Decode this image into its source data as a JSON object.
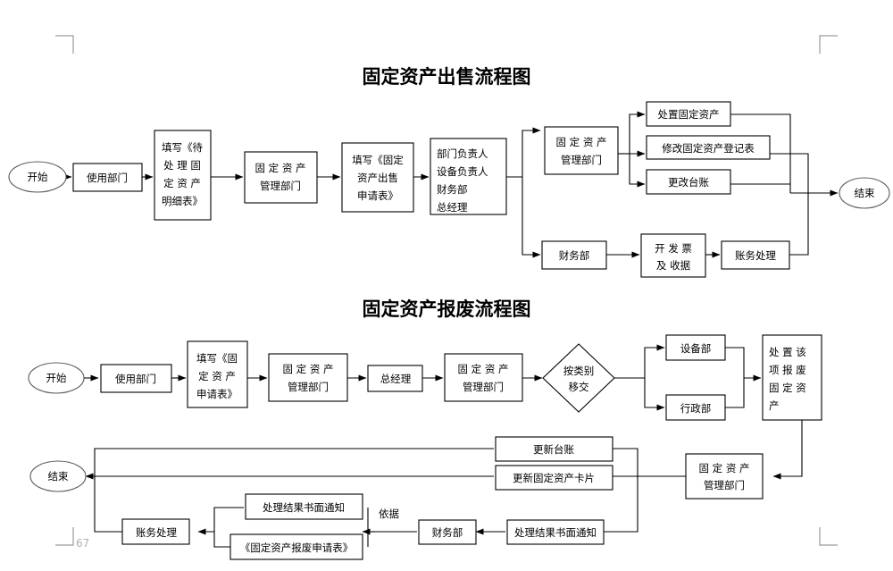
{
  "page": {
    "page_number": "67",
    "background": "#ffffff",
    "line_color": "#000000",
    "ellipse_stroke": "#5a5a5a",
    "crop_mark_color": "#9a9a9a"
  },
  "chart_data": {
    "type": "diagram",
    "diagram_kind": "flowchart",
    "charts": [
      {
        "id": "sale-flow",
        "title": "固定资产出售流程图",
        "nodes": [
          {
            "id": "s1-start",
            "shape": "ellipse",
            "lines": [
              "开始"
            ]
          },
          {
            "id": "s1-n1",
            "shape": "rect",
            "lines": [
              "使用部门"
            ]
          },
          {
            "id": "s1-n2",
            "shape": "rect",
            "lines": [
              "填写《待",
              "处 理 固",
              "定 资 产",
              "明细表》"
            ]
          },
          {
            "id": "s1-n3",
            "shape": "rect",
            "lines": [
              "固 定 资 产",
              "管理部门"
            ]
          },
          {
            "id": "s1-n4",
            "shape": "rect",
            "lines": [
              "填写《固定",
              "资产出售",
              "申请表》"
            ]
          },
          {
            "id": "s1-n5",
            "shape": "rect",
            "lines": [
              "部门负责人",
              "设备负责人",
              "财务部",
              "总经理"
            ]
          },
          {
            "id": "s1-n6",
            "shape": "rect",
            "lines": [
              "固 定 资 产",
              "管理部门"
            ]
          },
          {
            "id": "s1-n7",
            "shape": "rect",
            "lines": [
              "处置固定资产"
            ]
          },
          {
            "id": "s1-n8",
            "shape": "rect",
            "lines": [
              "修改固定资产登记表"
            ]
          },
          {
            "id": "s1-n9",
            "shape": "rect",
            "lines": [
              "更改台账"
            ]
          },
          {
            "id": "s1-n10",
            "shape": "rect",
            "lines": [
              "财务部"
            ]
          },
          {
            "id": "s1-n11",
            "shape": "rect",
            "lines": [
              "开 发 票",
              "及 收据"
            ]
          },
          {
            "id": "s1-n12",
            "shape": "rect",
            "lines": [
              "账务处理"
            ]
          },
          {
            "id": "s1-end",
            "shape": "ellipse",
            "lines": [
              "结束"
            ]
          }
        ],
        "edges": [
          {
            "from": "s1-start",
            "to": "s1-n1"
          },
          {
            "from": "s1-n1",
            "to": "s1-n2"
          },
          {
            "from": "s1-n2",
            "to": "s1-n3"
          },
          {
            "from": "s1-n3",
            "to": "s1-n4"
          },
          {
            "from": "s1-n4",
            "to": "s1-n5"
          },
          {
            "from": "s1-n5",
            "to": "s1-n6"
          },
          {
            "from": "s1-n5",
            "to": "s1-n10"
          },
          {
            "from": "s1-n6",
            "to": "s1-n7"
          },
          {
            "from": "s1-n6",
            "to": "s1-n8"
          },
          {
            "from": "s1-n6",
            "to": "s1-n9"
          },
          {
            "from": "s1-n7",
            "to": "s1-end"
          },
          {
            "from": "s1-n8",
            "to": "s1-end"
          },
          {
            "from": "s1-n9",
            "to": "s1-end"
          },
          {
            "from": "s1-n10",
            "to": "s1-n11"
          },
          {
            "from": "s1-n11",
            "to": "s1-n12"
          },
          {
            "from": "s1-n12",
            "to": "s1-end"
          }
        ]
      },
      {
        "id": "scrap-flow",
        "title": "固定资产报废流程图",
        "nodes": [
          {
            "id": "s2-start",
            "shape": "ellipse",
            "lines": [
              "开始"
            ]
          },
          {
            "id": "s2-n1",
            "shape": "rect",
            "lines": [
              "使用部门"
            ]
          },
          {
            "id": "s2-n2",
            "shape": "rect",
            "lines": [
              "填写《固",
              "定 资 产",
              "申请表》"
            ]
          },
          {
            "id": "s2-n3",
            "shape": "rect",
            "lines": [
              "固 定 资 产",
              "管理部门"
            ]
          },
          {
            "id": "s2-n4",
            "shape": "rect",
            "lines": [
              "总经理"
            ]
          },
          {
            "id": "s2-n5",
            "shape": "rect",
            "lines": [
              "固 定 资 产",
              "管理部门"
            ]
          },
          {
            "id": "s2-d1",
            "shape": "diamond",
            "lines": [
              "按类别",
              "移交"
            ]
          },
          {
            "id": "s2-n6",
            "shape": "rect",
            "lines": [
              "设备部"
            ]
          },
          {
            "id": "s2-n7",
            "shape": "rect",
            "lines": [
              "行政部"
            ]
          },
          {
            "id": "s2-n8",
            "shape": "rect",
            "lines": [
              "处 置 该",
              "项 报 废",
              "固 定 资",
              "产"
            ]
          },
          {
            "id": "s2-n9",
            "shape": "rect",
            "lines": [
              "固 定 资 产",
              "管理部门"
            ]
          },
          {
            "id": "s2-n10",
            "shape": "rect",
            "lines": [
              "更新台账"
            ]
          },
          {
            "id": "s2-n11",
            "shape": "rect",
            "lines": [
              "更新固定资产卡片"
            ]
          },
          {
            "id": "s2-n12",
            "shape": "rect",
            "lines": [
              "处理结果书面通知"
            ]
          },
          {
            "id": "s2-n13",
            "shape": "rect",
            "lines": [
              "财务部"
            ]
          },
          {
            "id": "s2-n14",
            "shape": "rect",
            "lines": [
              "处理结果书面通知"
            ]
          },
          {
            "id": "s2-n15",
            "shape": "rect",
            "lines": [
              "《固定资产报废申请表》"
            ]
          },
          {
            "id": "s2-n16",
            "shape": "rect",
            "lines": [
              "账务处理"
            ]
          },
          {
            "id": "s2-end",
            "shape": "ellipse",
            "lines": [
              "结束"
            ]
          }
        ],
        "edge_labels": [
          {
            "id": "s2-lbl-yiju",
            "text": "依据"
          }
        ],
        "edges": [
          {
            "from": "s2-start",
            "to": "s2-n1"
          },
          {
            "from": "s2-n1",
            "to": "s2-n2"
          },
          {
            "from": "s2-n2",
            "to": "s2-n3"
          },
          {
            "from": "s2-n3",
            "to": "s2-n4"
          },
          {
            "from": "s2-n4",
            "to": "s2-n5"
          },
          {
            "from": "s2-n5",
            "to": "s2-d1"
          },
          {
            "from": "s2-d1",
            "to": "s2-n6"
          },
          {
            "from": "s2-d1",
            "to": "s2-n7"
          },
          {
            "from": "s2-n6",
            "to": "s2-n8"
          },
          {
            "from": "s2-n7",
            "to": "s2-n8"
          },
          {
            "from": "s2-n8",
            "to": "s2-n9"
          },
          {
            "from": "s2-n9",
            "to": "s2-n10"
          },
          {
            "from": "s2-n9",
            "to": "s2-n11"
          },
          {
            "from": "s2-n10",
            "to": "s2-end"
          },
          {
            "from": "s2-n11",
            "to": "s2-end"
          },
          {
            "from": "s2-n13",
            "to": "s2-n12",
            "label": "依据"
          },
          {
            "from": "s2-n14",
            "to": "s2-n13"
          },
          {
            "from": "s2-n12",
            "to": "s2-n16"
          },
          {
            "from": "s2-n15",
            "to": "s2-n16"
          },
          {
            "from": "s2-n16",
            "to": "s2-end"
          }
        ]
      }
    ]
  },
  "charts": {
    "sale": {
      "title": "固定资产出售流程图",
      "n": {
        "start": "开始",
        "use_dept": "使用部门",
        "form1_l1": "填写《待",
        "form1_l2": "处 理 固",
        "form1_l3": "定 资 产",
        "form1_l4": "明细表》",
        "fa_dept_l1": "固 定 资 产",
        "fa_dept_l2": "管理部门",
        "form2_l1": "填写《固定",
        "form2_l2": "资产出售",
        "form2_l3": "申请表》",
        "approvers_l1": "部门负责人",
        "approvers_l2": "设备负责人",
        "approvers_l3": "财务部",
        "approvers_l4": "总经理",
        "fa_dept2_l1": "固 定 资 产",
        "fa_dept2_l2": "管理部门",
        "dispose": "处置固定资产",
        "modify_reg": "修改固定资产登记表",
        "change_ledger": "更改台账",
        "finance": "财务部",
        "invoice_l1": "开 发 票",
        "invoice_l2": "及 收据",
        "accounting": "账务处理",
        "end": "结束"
      }
    },
    "scrap": {
      "title": "固定资产报废流程图",
      "n": {
        "start": "开始",
        "use_dept": "使用部门",
        "form_l1": "填写《固",
        "form_l2": "定 资 产",
        "form_l3": "申请表》",
        "fa_dept_l1": "固 定 资 产",
        "fa_dept_l2": "管理部门",
        "gm": "总经理",
        "fa_dept2_l1": "固 定 资 产",
        "fa_dept2_l2": "管理部门",
        "decide_l1": "按类别",
        "decide_l2": "移交",
        "equip_dept": "设备部",
        "admin_dept": "行政部",
        "dispose_l1": "处 置 该",
        "dispose_l2": "项 报 废",
        "dispose_l3": "固 定 资",
        "dispose_l4": "产",
        "fa_dept3_l1": "固 定 资 产",
        "fa_dept3_l2": "管理部门",
        "update_ledger": "更新台账",
        "update_card": "更新固定资产卡片",
        "notice1": "处理结果书面通知",
        "finance": "财务部",
        "notice2": "处理结果书面通知",
        "scrap_form": "《固定资产报废申请表》",
        "accounting": "账务处理",
        "end": "结束",
        "label_basis": "依据"
      }
    }
  }
}
